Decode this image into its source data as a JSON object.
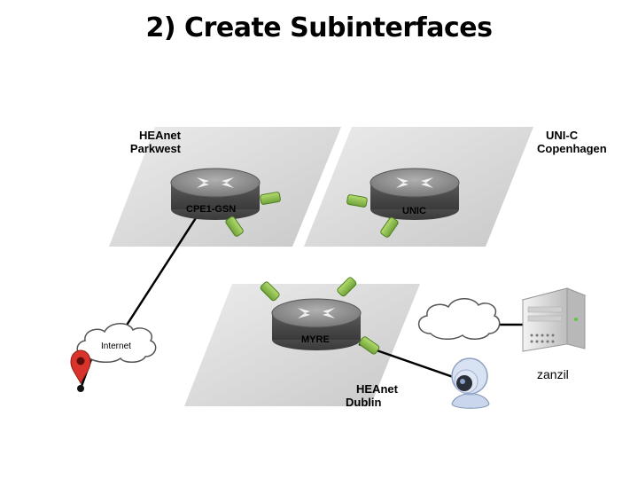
{
  "slide": {
    "title": "2) Create Subinterfaces"
  },
  "sites": [
    {
      "line1": "HEAnet",
      "line2": "Parkwest"
    },
    {
      "line1": "UNI-C",
      "line2": "Copenhagen"
    },
    {
      "line1": "HEAnet",
      "line2": "Dublin"
    }
  ],
  "routers": [
    {
      "name": "CPE1-GSN",
      "icon": "router-icon"
    },
    {
      "name": "UNIC",
      "icon": "router-icon"
    },
    {
      "name": "MYRE",
      "icon": "router-icon"
    }
  ],
  "clouds": [
    {
      "label": "Internet"
    },
    {
      "label": ""
    }
  ],
  "server": {
    "label": "zanzil",
    "icon": "server-tower-icon"
  },
  "camera": {
    "icon": "webcam-icon"
  },
  "map_pin": {
    "icon": "map-pin-icon",
    "color": "#d9342b"
  },
  "colors": {
    "platform": "#d6d6d6",
    "router_body": "#6e6e6e",
    "interface": "#8cc152"
  }
}
